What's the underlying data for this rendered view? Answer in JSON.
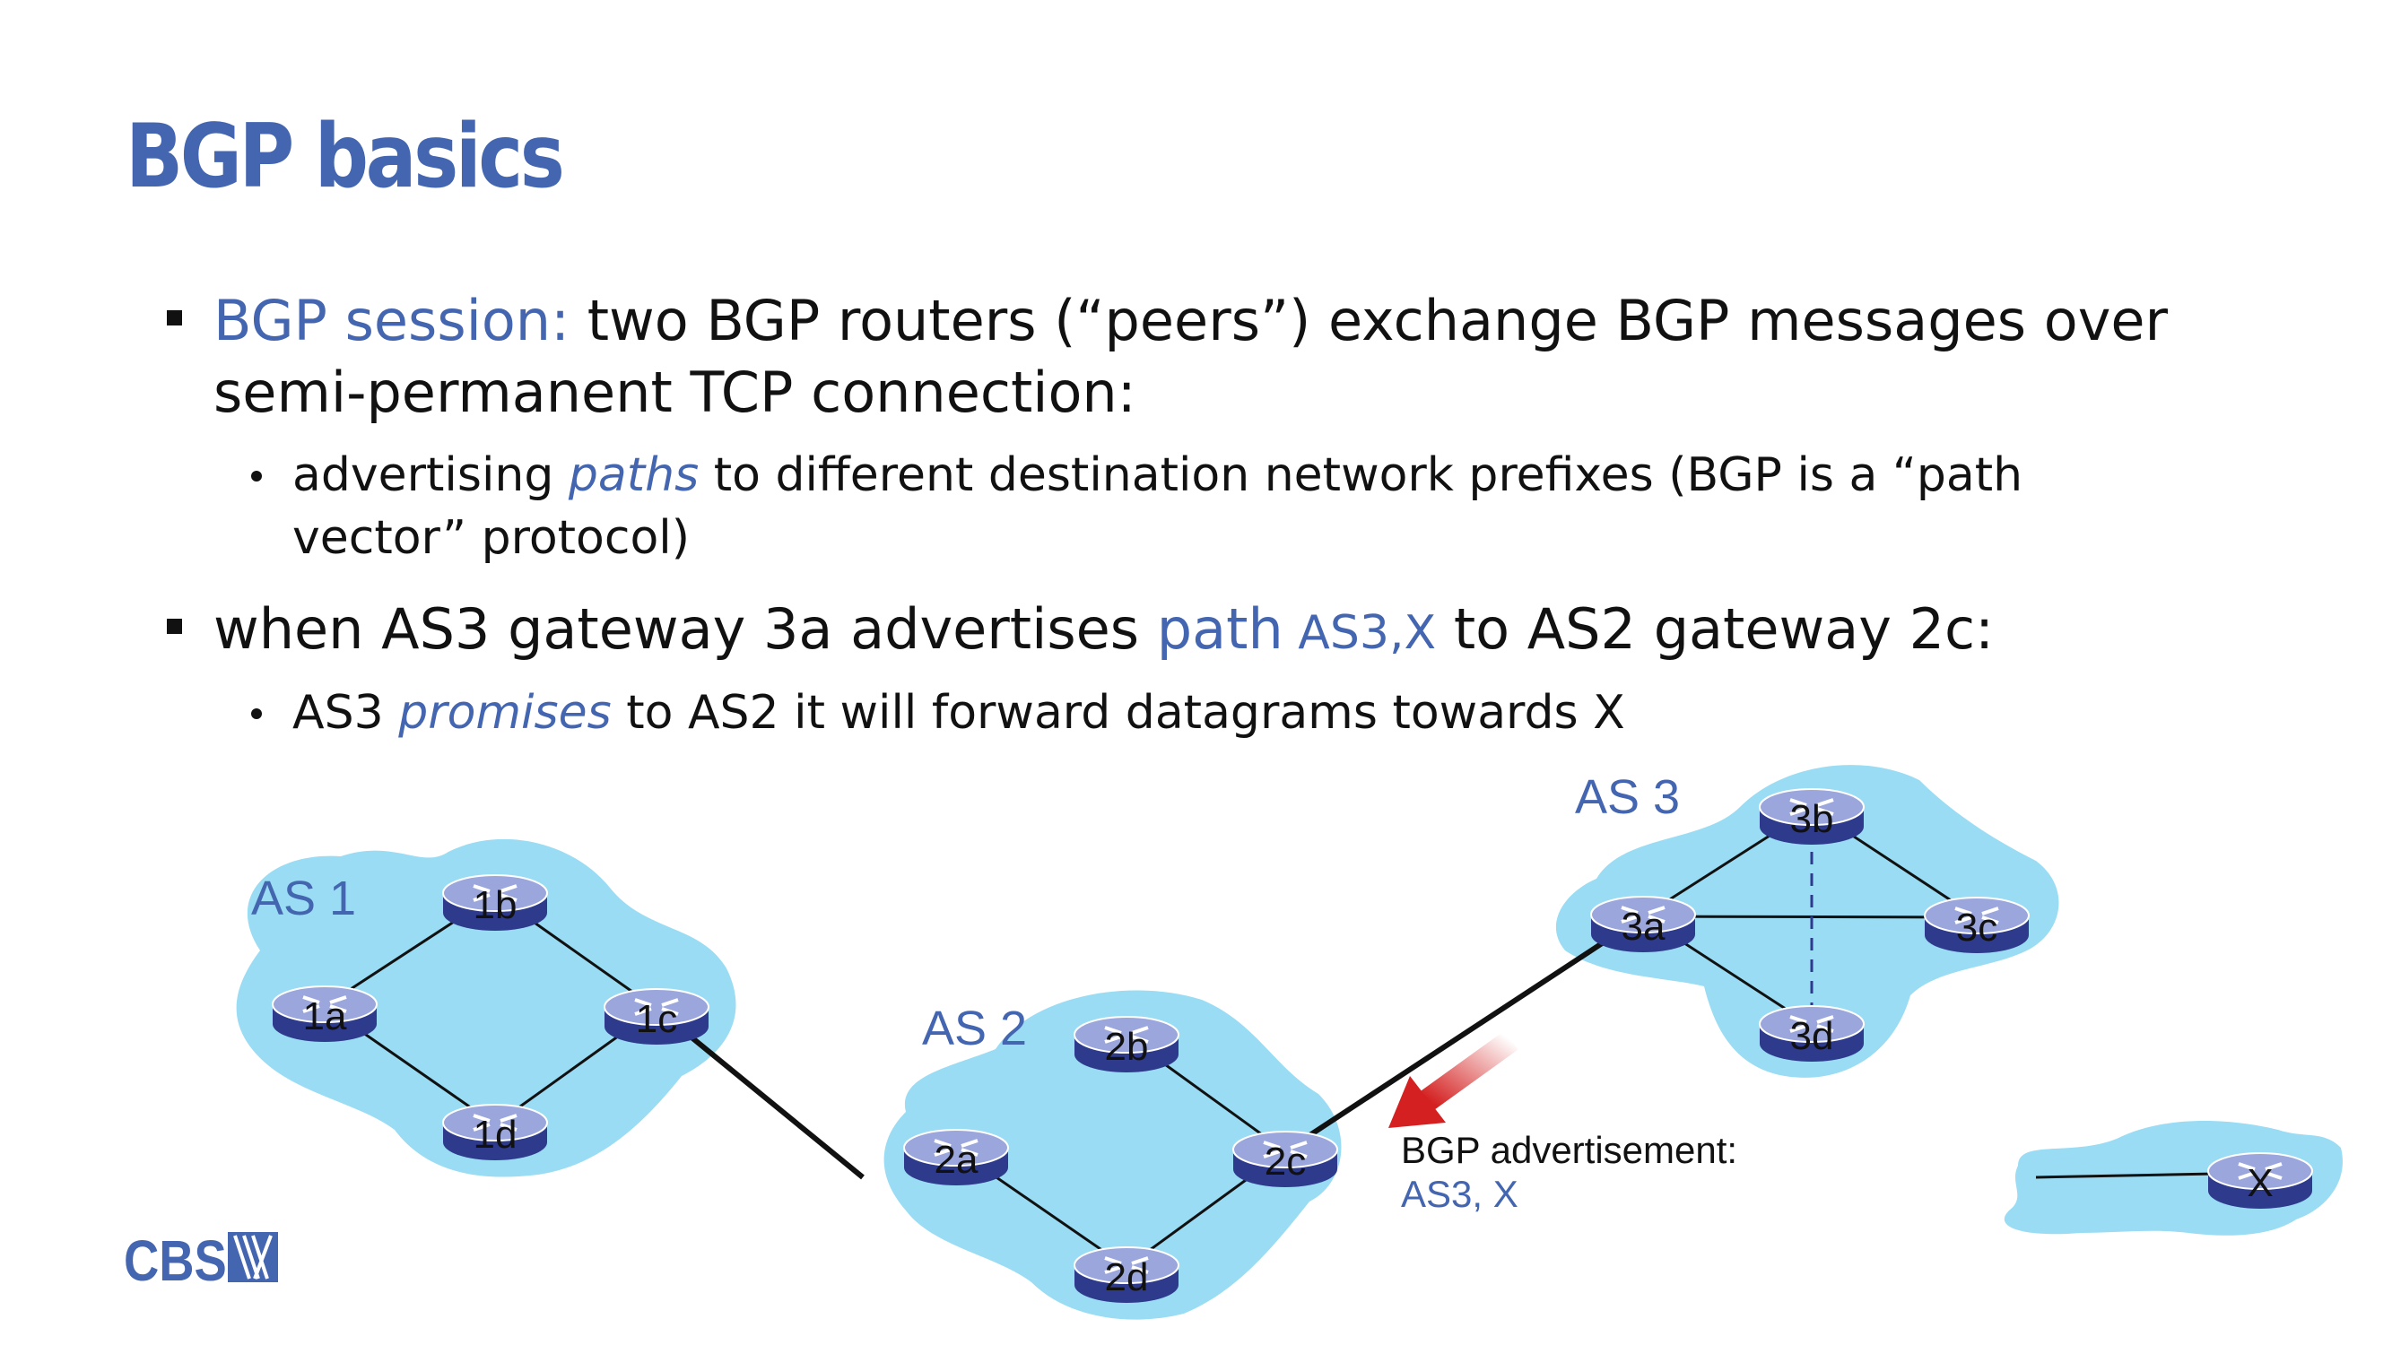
{
  "title": "BGP basics",
  "bullets": {
    "b1_label": "BGP session:",
    "b1_line1_rest": " two BGP routers (“peers”) exchange BGP messages over",
    "b1_line2": "semi-permanent TCP connection:",
    "s1_pre": "advertising ",
    "s1_em": "paths",
    "s1_post": " to different destination network prefixes (BGP  is a “path",
    "s1_line2": "vector” protocol)",
    "b2_pre": "when AS3 gateway 3a advertises ",
    "b2_path": "path",
    "b2_as": " AS3,X",
    "b2_post": " to AS2 gateway 2c:",
    "s2_pre": "AS3 ",
    "s2_em": "promises",
    "s2_post": " to AS2 it will forward datagrams towards X"
  },
  "diagram": {
    "as_labels": {
      "as1": "AS 1",
      "as2": "AS 2",
      "as3": "AS 3"
    },
    "routers": {
      "r1a": "1a",
      "r1b": "1b",
      "r1c": "1c",
      "r1d": "1d",
      "r2a": "2a",
      "r2b": "2b",
      "r2c": "2c",
      "r2d": "2d",
      "r3a": "3a",
      "r3b": "3b",
      "r3c": "3c",
      "r3d": "3d",
      "rx": "X"
    },
    "advert_title": "BGP advertisement:",
    "advert_path": "AS3, X"
  },
  "logo": {
    "text": "CBS"
  },
  "colors": {
    "accent": "#4466b0",
    "cloud": "#99dcf3",
    "router_top": "#9aa6dc",
    "router_side": "#2e3a8c",
    "arrow": "#d42020"
  }
}
